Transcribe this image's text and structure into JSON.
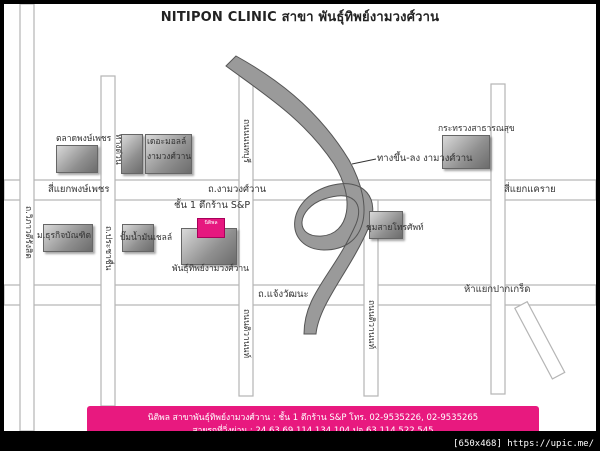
{
  "title": "NITIPON CLINIC สาขา พันธุ์ทิพย์งามวงศ์วาน",
  "labels": {
    "lat_phrao_market": "ตลาดพงษ์เพชร",
    "lat_phrao_intersection": "สี่แยกพงษ์เพชร",
    "the_mall": "เดอะมอลล์",
    "the_mall_2": "งามวงศ์วาน",
    "moc": "กระทรวงสาธารณสุข",
    "ramp": "ทางขึ้น-ลง งามวงศ์วาน",
    "kae_rai": "สี่แยกแคราย",
    "ngamwong_rd": "ถ.งามวงศ์วาน",
    "clinic_floor": "ชั้น 1 ตึกร้าน S&P",
    "pantip": "พันธุ์ทิพย์งามวงศ์วาน",
    "ptt": "ปั๊มน้ำมันเชลล์",
    "thurakit": "ม.ธุรกิจบัณฑิต",
    "tot": "ชุมสายโทรศัพท์",
    "chaeng_rd": "ถ.แจ้งวัฒนะ",
    "pak_kret": "ห้าแยกปากเกร็ด",
    "prachachuen": "ถ.ประชาชื่น",
    "vibhavadi": "ถ.วิภาวดีรังสิต",
    "expressway": "ทางด่วน",
    "nonthaburi_rd1": "ถนนนนทบุรี",
    "tiwanon_1": "ถนนติวานนท์",
    "tiwanon_2": "ถนนติวานนท์",
    "clinic_badge": "นิติพล"
  },
  "banner": {
    "line1": "นิติพล สาขาพันธุ์ทิพย์งามวงศ์วาน : ชั้น 1 ตึกร้าน S&P   โทร. 02-9535226, 02-9535265",
    "line2": "สายรถที่วิ่งผ่าน : 24,63,69,114,134,104 ปอ.63,114,522,545"
  },
  "footer": "[650x468] https://upic.me/",
  "colors": {
    "accent": "#e8197f",
    "road_fill": "#ffffff",
    "road_edge": "#b5b5b5",
    "expressway": "#9a9a9a"
  }
}
